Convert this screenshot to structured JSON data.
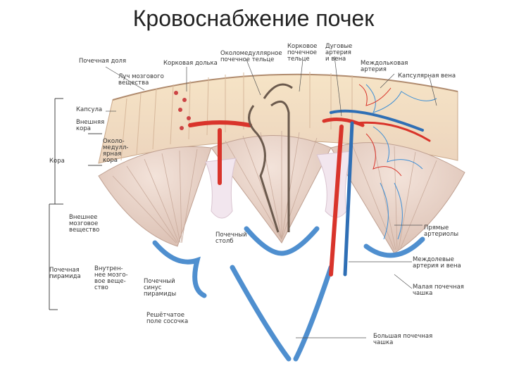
{
  "title": "Кровоснабжение почек",
  "labels": {
    "renal_lobe": "Почечная доля",
    "cortical_lobule": "Корковая долька",
    "medullary_ray": "Луч мозгового\nвещества",
    "juxtamedullary_corpuscle": "Околомедуллярное\nпочечное тельце",
    "cortical_corpuscle": "Корковое\nпочечное\nтельце",
    "arcuate_vessels": "Дуговые\nартерия\nи вена",
    "interlobular_artery": "Междольковая\nартерия",
    "capsular_vein": "Капсулярная вена",
    "capsule": "Капсула",
    "outer_cortex": "Внешняя\nкора",
    "juxtamedullary_cortex": "Около-\nмедулл-\nярная\nкора",
    "cortex": "Кора",
    "outer_medulla": "Внешнее\nмозговое\nвещество",
    "renal_pyramid": "Почечная\nпирамида",
    "inner_medulla": "Внутрен-\nнее мозго-\nвое веще-\nство",
    "renal_column": "Почечный\nстолб",
    "renal_sinus": "Почечный\nсинус\nпирамиды",
    "cribriform_area": "Решётчатое\nполе сосочка",
    "straight_arterioles": "Прямые\nартериолы",
    "interlobar_vessels": "Междолевые\nартерия и вена",
    "minor_calyx": "Малая почечная\nчашка",
    "major_calyx": "Большая почечная\nчашка"
  },
  "colors": {
    "cortex": "#f1dcc0",
    "medulla": "#e9d2c4",
    "artery": "#d9342b",
    "vein": "#2f6fb5",
    "calyx": "#4f8fcf",
    "column": "#f2e6ee"
  }
}
